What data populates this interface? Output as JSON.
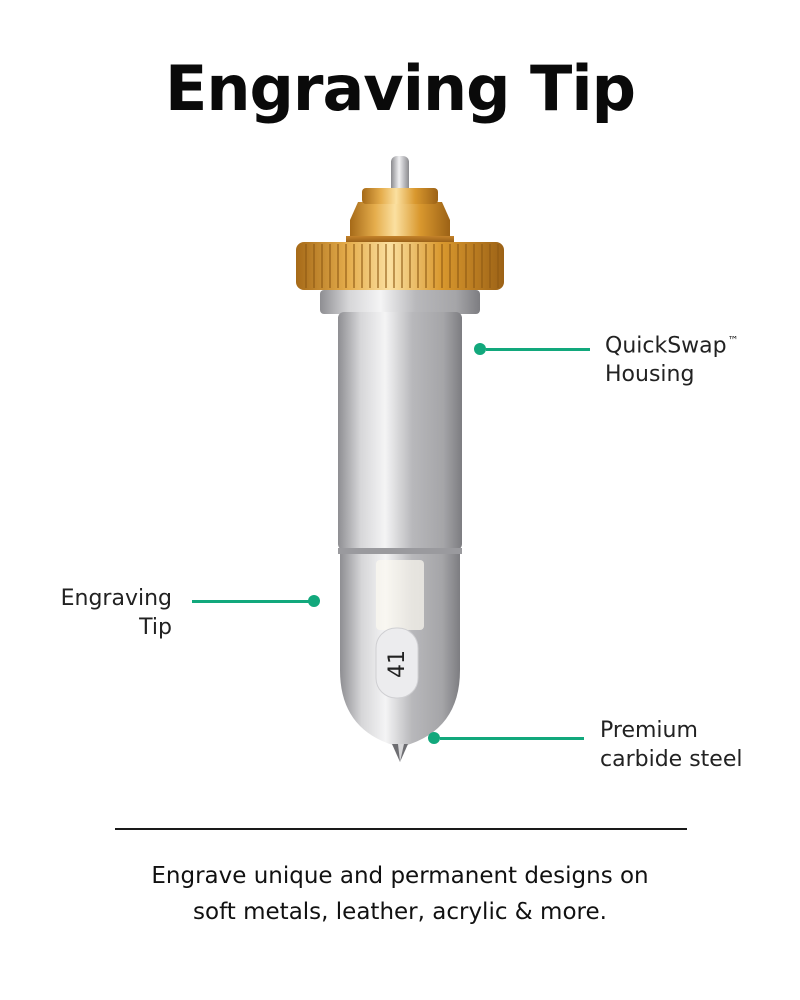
{
  "title": "Engraving Tip",
  "callouts": {
    "housing": {
      "line1": "QuickSwap",
      "trademark": "™",
      "line2": "Housing"
    },
    "tip": {
      "line1": "Engraving",
      "line2": "Tip"
    },
    "steel": {
      "line1": "Premium",
      "line2": "carbide steel"
    }
  },
  "tip_number": "41",
  "description": {
    "line1": "Engrave unique and permanent designs on",
    "line2": "soft metals, leather, acrylic & more."
  },
  "colors": {
    "accent": "#12a87c",
    "gold": "#d9982e",
    "silver": "#c9c9cb"
  },
  "icons": {
    "callout_marker": "green-dot-icon"
  }
}
